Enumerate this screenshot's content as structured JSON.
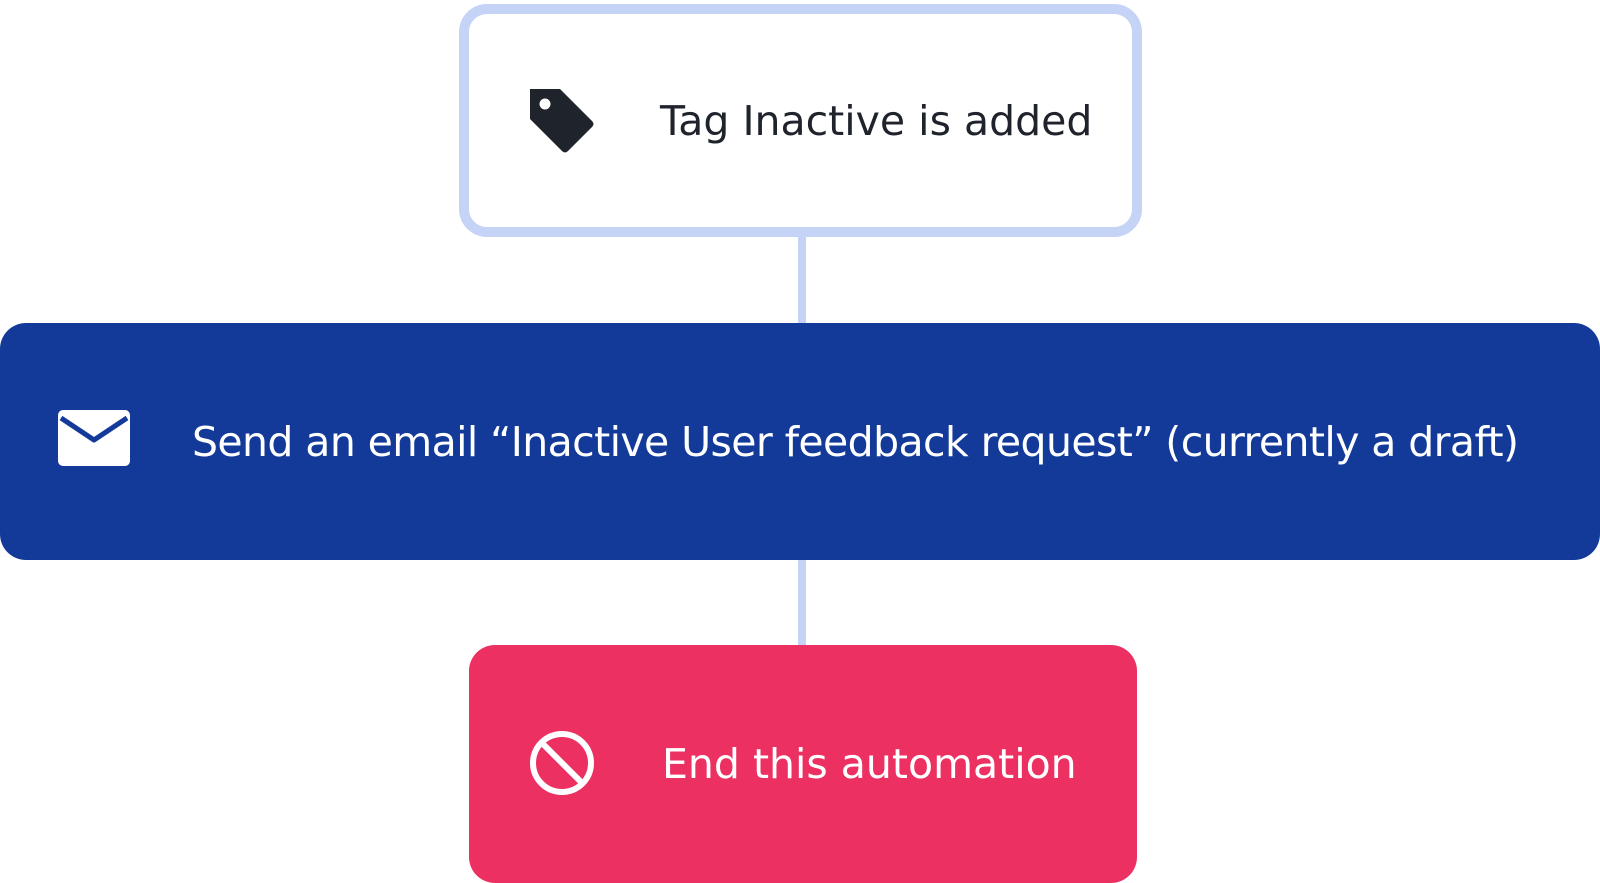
{
  "colors": {
    "connector": "#c5d3f7",
    "trigger_border": "#c5d3f7",
    "trigger_background": "#ffffff",
    "trigger_text": "#1f232c",
    "action_background": "#133a98",
    "action_text": "#ffffff",
    "end_background": "#ec3062",
    "end_text": "#ffffff"
  },
  "nodes": {
    "trigger": {
      "icon": "tag-icon",
      "label": "Tag Inactive is added"
    },
    "action": {
      "icon": "envelope-icon",
      "label": "Send an email “Inactive User feedback request” (currently a draft)"
    },
    "end": {
      "icon": "prohibited-icon",
      "label": "End this automation"
    }
  }
}
